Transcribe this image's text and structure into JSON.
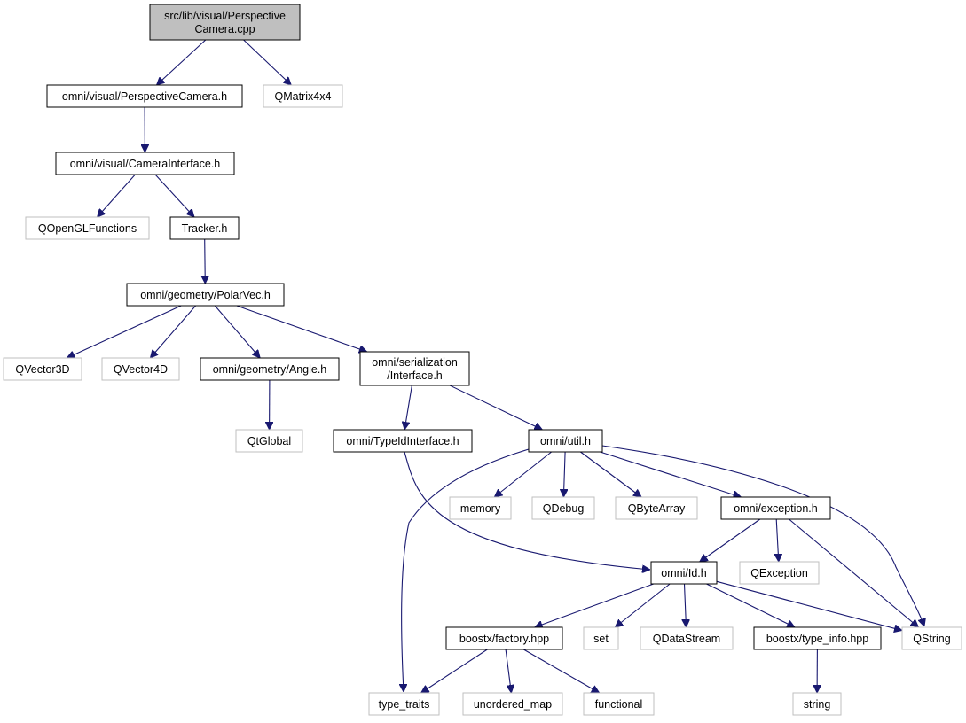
{
  "graph": {
    "nodes": [
      {
        "id": "root",
        "lines": [
          "src/lib/visual/Perspective",
          "Camera.cpp"
        ],
        "kind": "root"
      },
      {
        "id": "perspcam",
        "lines": [
          "omni/visual/PerspectiveCamera.h"
        ],
        "kind": "documented"
      },
      {
        "id": "qmatrix",
        "lines": [
          "QMatrix4x4"
        ],
        "kind": "external"
      },
      {
        "id": "camiface",
        "lines": [
          "omni/visual/CameraInterface.h"
        ],
        "kind": "documented"
      },
      {
        "id": "qopengl",
        "lines": [
          "QOpenGLFunctions"
        ],
        "kind": "external"
      },
      {
        "id": "tracker",
        "lines": [
          "Tracker.h"
        ],
        "kind": "documented"
      },
      {
        "id": "polarvec",
        "lines": [
          "omni/geometry/PolarVec.h"
        ],
        "kind": "documented"
      },
      {
        "id": "qvec3d",
        "lines": [
          "QVector3D"
        ],
        "kind": "external"
      },
      {
        "id": "qvec4d",
        "lines": [
          "QVector4D"
        ],
        "kind": "external"
      },
      {
        "id": "angle",
        "lines": [
          "omni/geometry/Angle.h"
        ],
        "kind": "documented"
      },
      {
        "id": "serial",
        "lines": [
          "omni/serialization",
          "/Interface.h"
        ],
        "kind": "documented"
      },
      {
        "id": "qtglobal",
        "lines": [
          "QtGlobal"
        ],
        "kind": "external"
      },
      {
        "id": "typeid",
        "lines": [
          "omni/TypeIdInterface.h"
        ],
        "kind": "documented"
      },
      {
        "id": "util",
        "lines": [
          "omni/util.h"
        ],
        "kind": "documented"
      },
      {
        "id": "memory",
        "lines": [
          "memory"
        ],
        "kind": "external"
      },
      {
        "id": "qdebug",
        "lines": [
          "QDebug"
        ],
        "kind": "external"
      },
      {
        "id": "qbytearray",
        "lines": [
          "QByteArray"
        ],
        "kind": "external"
      },
      {
        "id": "exception",
        "lines": [
          "omni/exception.h"
        ],
        "kind": "documented"
      },
      {
        "id": "omniid",
        "lines": [
          "omni/Id.h"
        ],
        "kind": "documented"
      },
      {
        "id": "qexception",
        "lines": [
          "QException"
        ],
        "kind": "external"
      },
      {
        "id": "factory",
        "lines": [
          "boostx/factory.hpp"
        ],
        "kind": "documented"
      },
      {
        "id": "set",
        "lines": [
          "set"
        ],
        "kind": "external"
      },
      {
        "id": "qdatastream",
        "lines": [
          "QDataStream"
        ],
        "kind": "external"
      },
      {
        "id": "typeinfo",
        "lines": [
          "boostx/type_info.hpp"
        ],
        "kind": "documented"
      },
      {
        "id": "qstring",
        "lines": [
          "QString"
        ],
        "kind": "external"
      },
      {
        "id": "typetraits",
        "lines": [
          "type_traits"
        ],
        "kind": "external"
      },
      {
        "id": "unordered",
        "lines": [
          "unordered_map"
        ],
        "kind": "external"
      },
      {
        "id": "functional",
        "lines": [
          "functional"
        ],
        "kind": "external"
      },
      {
        "id": "string",
        "lines": [
          "string"
        ],
        "kind": "external"
      }
    ],
    "edges": [
      {
        "from": "root",
        "to": "perspcam"
      },
      {
        "from": "root",
        "to": "qmatrix"
      },
      {
        "from": "perspcam",
        "to": "camiface"
      },
      {
        "from": "camiface",
        "to": "qopengl"
      },
      {
        "from": "camiface",
        "to": "tracker"
      },
      {
        "from": "tracker",
        "to": "polarvec"
      },
      {
        "from": "polarvec",
        "to": "qvec3d"
      },
      {
        "from": "polarvec",
        "to": "qvec4d"
      },
      {
        "from": "polarvec",
        "to": "angle"
      },
      {
        "from": "polarvec",
        "to": "serial"
      },
      {
        "from": "angle",
        "to": "qtglobal"
      },
      {
        "from": "serial",
        "to": "typeid"
      },
      {
        "from": "serial",
        "to": "util"
      },
      {
        "from": "typeid",
        "to": "omniid"
      },
      {
        "from": "util",
        "to": "typetraits"
      },
      {
        "from": "util",
        "to": "memory"
      },
      {
        "from": "util",
        "to": "qdebug"
      },
      {
        "from": "util",
        "to": "qbytearray"
      },
      {
        "from": "util",
        "to": "exception"
      },
      {
        "from": "util",
        "to": "qstring"
      },
      {
        "from": "exception",
        "to": "omniid"
      },
      {
        "from": "exception",
        "to": "qexception"
      },
      {
        "from": "exception",
        "to": "qstring"
      },
      {
        "from": "omniid",
        "to": "factory"
      },
      {
        "from": "omniid",
        "to": "set"
      },
      {
        "from": "omniid",
        "to": "qdatastream"
      },
      {
        "from": "omniid",
        "to": "typeinfo"
      },
      {
        "from": "omniid",
        "to": "qstring"
      },
      {
        "from": "factory",
        "to": "typetraits"
      },
      {
        "from": "factory",
        "to": "unordered"
      },
      {
        "from": "factory",
        "to": "functional"
      },
      {
        "from": "typeinfo",
        "to": "string"
      }
    ],
    "colors": {
      "root_fill": "#bfbfbf",
      "documented_border": "#000000",
      "external_border": "#bfbfbf",
      "external_text": "#000000",
      "edge": "#191970"
    }
  }
}
